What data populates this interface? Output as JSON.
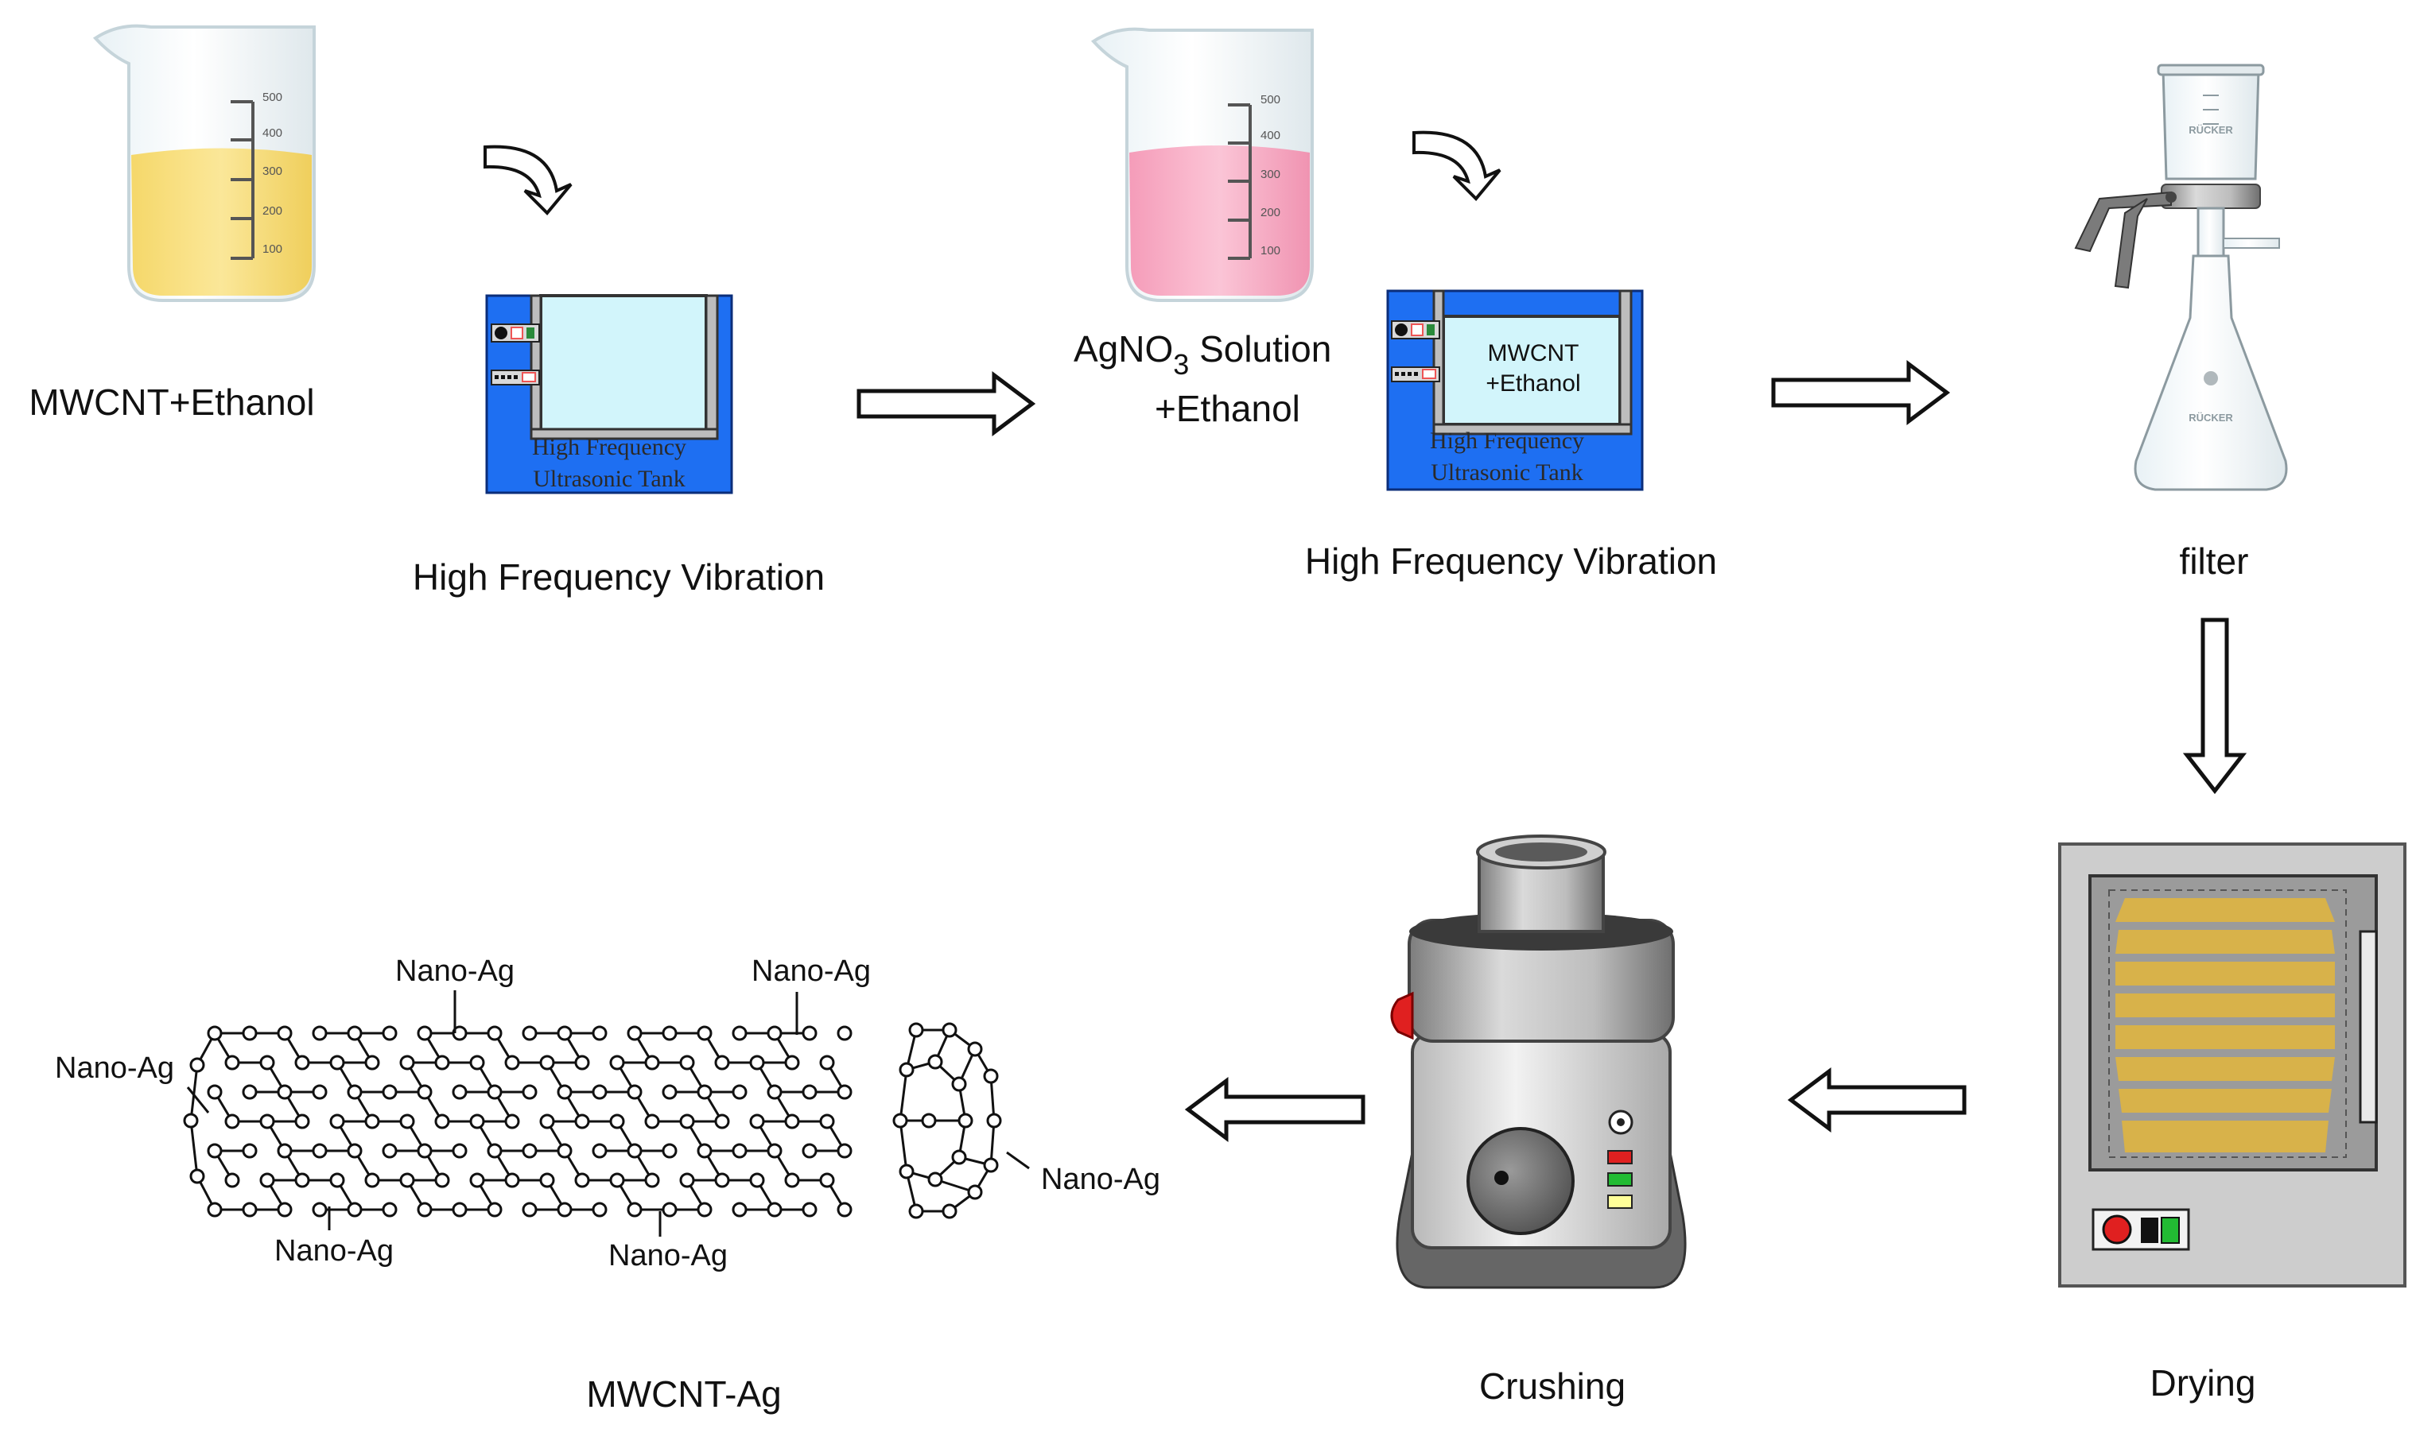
{
  "steps": {
    "mix1": "MWCNT+Ethanol",
    "vibration1": "High Frequency Vibration",
    "mix2_prefix": "AgNO",
    "mix2_subscript": "3",
    "mix2_suffix": " Solution",
    "mix2_line2": "+Ethanol",
    "vibration2": "High Frequency Vibration",
    "filter": "filter",
    "drying": "Drying",
    "crushing": "Crushing",
    "product": "MWCNT-Ag"
  },
  "beakers": {
    "scale_marks": [
      "500",
      "400",
      "300",
      "200",
      "100"
    ]
  },
  "tank1": {
    "line1": "High Frequency",
    "line2": "Ultrasonic Tank"
  },
  "tank2": {
    "content_line1": "MWCNT",
    "content_line2": "+Ethanol",
    "line1": "High Frequency",
    "line2": "Ultrasonic Tank"
  },
  "filter_flask": {
    "brand_top": "RÜCKER",
    "brand_bottom": "RÜCKER"
  },
  "nanotube": {
    "labels": [
      "Nano-Ag",
      "Nano-Ag",
      "Nano-Ag",
      "Nano-Ag",
      "Nano-Ag",
      "Nano-Ag"
    ]
  },
  "colors": {
    "tank_blue": "#1e6ff2",
    "tank_water": "#d2f5fb",
    "beaker1_liquid": "#f7d95a",
    "beaker2_liquid": "#f6a0bc",
    "oven_body": "#cdcdcd",
    "oven_tray": "#d8b24a",
    "crusher_button": "#e02020"
  }
}
